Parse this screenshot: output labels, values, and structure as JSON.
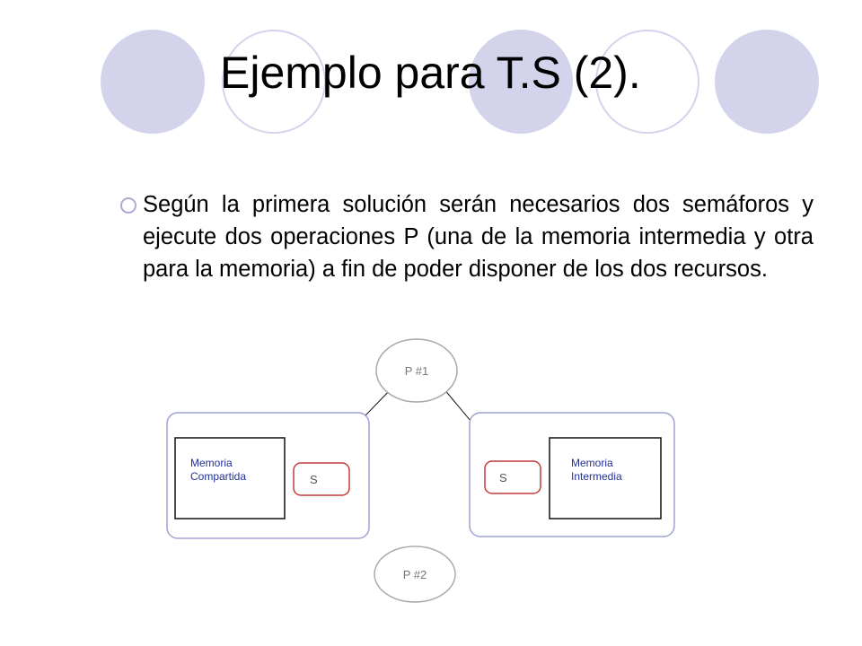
{
  "slide": {
    "title": "Ejemplo para T.S (2).",
    "bullet": "Según la primera solución serán necesarios dos semáforos y ejecute dos operaciones P (una de la memoria intermedia y otra para la memoria) a fin de poder disponer de los dos recursos."
  },
  "diagram": {
    "process_top": "P #1",
    "process_bottom": "P #2",
    "left_memory": [
      "Memoria",
      "Compartida"
    ],
    "right_memory": [
      "Memoria",
      "Intermedia"
    ],
    "left_semaphore": "S",
    "right_semaphore": "S"
  },
  "colors": {
    "decor_circle": "#d3d4eb",
    "group_border": "#9fa3d4",
    "semaphore_border": "#c43a3a",
    "memory_label": "#1f2f9c",
    "process_label": "#777777",
    "semaphore_label": "#555555"
  }
}
